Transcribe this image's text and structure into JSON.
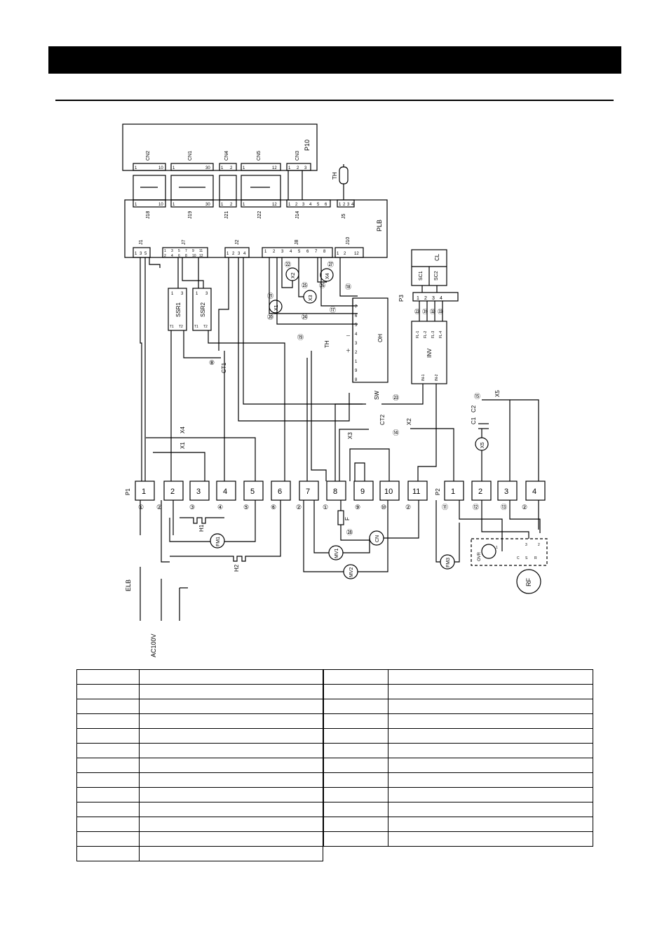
{
  "diagram": {
    "p10": {
      "label": "P10",
      "connectors": [
        {
          "name": "CN2",
          "pins": [
            "1",
            "10"
          ]
        },
        {
          "name": "CN1",
          "pins": [
            "1",
            "30"
          ]
        },
        {
          "name": "CN4",
          "pins": [
            "1",
            "2"
          ]
        },
        {
          "name": "CN5",
          "pins": [
            "1",
            "12"
          ]
        },
        {
          "name": "CN3",
          "pins": [
            "1",
            "2",
            "3"
          ]
        }
      ]
    },
    "plb": {
      "label": "PLB",
      "top_connectors": [
        {
          "name": "J18",
          "pins": [
            "1",
            "10"
          ]
        },
        {
          "name": "J19",
          "pins": [
            "1",
            "30"
          ]
        },
        {
          "name": "J21",
          "pins": [
            "1",
            "2"
          ]
        },
        {
          "name": "J22",
          "pins": [
            "1",
            "12"
          ]
        },
        {
          "name": "J14",
          "pins": [
            "1",
            "2",
            "3",
            "4",
            "5",
            "6"
          ]
        },
        {
          "name": "J5",
          "pins": [
            "1",
            "2",
            "3",
            "4"
          ]
        }
      ],
      "bottom_connectors": [
        {
          "name": "J1",
          "pins": [
            "1",
            "3",
            "5"
          ]
        },
        {
          "name": "J7",
          "pins": [
            "1",
            "3",
            "5",
            "7",
            "9",
            "11",
            "2",
            "4",
            "6",
            "8",
            "10",
            "12"
          ]
        },
        {
          "name": "J2",
          "pins": [
            "1",
            "2",
            "3",
            "4"
          ]
        },
        {
          "name": "J8",
          "pins": [
            "1",
            "2",
            "3",
            "4",
            "5",
            "6",
            "7",
            "8"
          ]
        },
        {
          "name": "J10",
          "pins": [
            "1",
            "2",
            "12"
          ]
        }
      ]
    },
    "th_top": "TH",
    "cl": {
      "label": "CL",
      "sc1": "SC1",
      "sc2": "SC2"
    },
    "p3": {
      "label": "P3",
      "terminals": [
        "1",
        "2",
        "3",
        "4"
      ],
      "wires": [
        "㉒",
        "㉛",
        "㉜",
        "㉝"
      ]
    },
    "inv": {
      "label": "INV",
      "fl_pins": [
        "FL-1",
        "FL-2",
        "FL-3",
        "FL-4"
      ],
      "in_pins": [
        "IN-1",
        "IN-2"
      ]
    },
    "ssr1": {
      "label": "SSR1",
      "pins": [
        "1",
        "3",
        "T1",
        "T2"
      ]
    },
    "ssr2": {
      "label": "SSR2",
      "pins": [
        "1",
        "3",
        "T1",
        "T2"
      ]
    },
    "ct1": "CT1",
    "ct2": "CT2",
    "oh": {
      "label": "OH",
      "pins": [
        "7",
        "6",
        "5",
        "4",
        "3",
        "2",
        "1",
        "9",
        "8"
      ],
      "th": "TH",
      "minus": "－",
      "plus": "＋"
    },
    "relays": [
      "X1",
      "X2",
      "X3",
      "X4",
      "X1",
      "X2",
      "X3",
      "X4",
      "X5",
      "X5"
    ],
    "sw": "SW",
    "capacitors": [
      "C1",
      "C2"
    ],
    "p1": {
      "label": "P1",
      "terminals": [
        "1",
        "2",
        "3",
        "4",
        "5",
        "6",
        "7",
        "8",
        "9",
        "10",
        "11"
      ],
      "wires": [
        "①",
        "②",
        "③",
        "④",
        "⑤",
        "⑥",
        "②",
        "①",
        "⑨",
        "⑩",
        "②"
      ]
    },
    "p2": {
      "label": "P2",
      "terminals": [
        "1",
        "2",
        "3",
        "4"
      ],
      "wires": [
        "⑪",
        "⑫",
        "⑬",
        "②"
      ]
    },
    "j8_wires": [
      "㉑",
      "⑳",
      "㉒",
      "㉔",
      "㉕",
      "㉖",
      "㉗",
      "⑰",
      "⑱",
      "⑲"
    ],
    "misc_wires": [
      "⑧",
      "⑭",
      "⑮",
      "㉓",
      "㉘"
    ],
    "loads": {
      "h1": "H1",
      "h2": "H2",
      "fm1": "FM1",
      "fm3": "FM3",
      "mv1": "MV1",
      "mv2": "MV2",
      "cn": "CN",
      "f": "F",
      "rf": "RF"
    },
    "ovr": {
      "label": "OVR",
      "pins": [
        "C",
        "S",
        "R",
        "3",
        "2"
      ],
      "pin1": "1"
    },
    "elb": "ELB",
    "supply": "AC100V"
  }
}
